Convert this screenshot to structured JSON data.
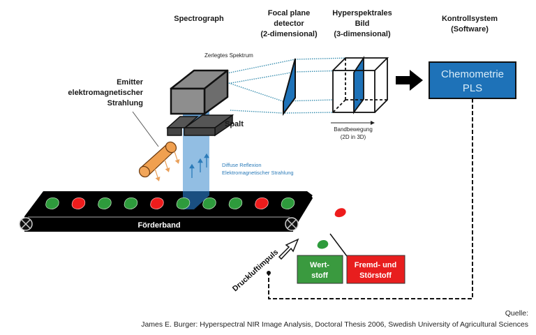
{
  "headers": {
    "spectrograph": "Spectrograph",
    "focal_plane": [
      "Focal plane",
      "detector",
      "(2-dimensional)"
    ],
    "hyperspectral": [
      "Hyperspektrales",
      "Bild",
      "(3-dimensional)"
    ],
    "control": [
      "Kontrollsystem",
      "(Software)"
    ]
  },
  "labels": {
    "zerlegtes_spektrum": "Zerlegtes Spektrum",
    "emitter": [
      "Emitter",
      "elektromagnetischer",
      "Strahlung"
    ],
    "spalt": "Spalt",
    "diffuse": [
      "Diffuse Reflexion",
      "Elektromagnetischer Strahlung"
    ],
    "bandbewegung": [
      "Bandbewegung",
      "(2D in 3D)"
    ],
    "foerderband": "Förderband",
    "druckluft": "Druckluftimpuls"
  },
  "software_box": {
    "lines": [
      "Chemometrie",
      "PLS"
    ]
  },
  "bins": {
    "wertstoff": [
      "Wert-",
      "stoff"
    ],
    "stoerstoff": [
      "Fremd- und",
      "Störstoff"
    ]
  },
  "belt_items": [
    "green",
    "red",
    "green",
    "green",
    "red",
    "green",
    "green",
    "green",
    "red",
    "green"
  ],
  "colors": {
    "green": "#2e9b3c",
    "red": "#ee1c1c",
    "blue": "#1e72b8",
    "bin_green": "#3a9a3f",
    "bin_red": "#e81e1e",
    "orange": "#f0a050"
  },
  "source": {
    "label": "Quelle:",
    "citation": "James E. Burger: Hyperspectral NIR Image Analysis, Doctoral Thesis 2006, Swedish University of Agricultural Sciences"
  }
}
